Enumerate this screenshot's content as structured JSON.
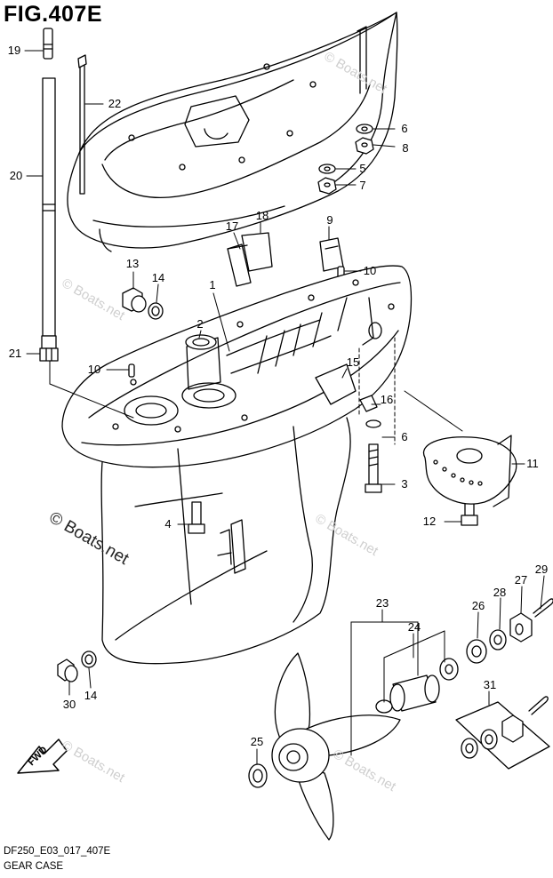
{
  "figure": {
    "title": "FIG.407E",
    "diagram_code": "DF250_E03_017_407E",
    "name": "GEAR CASE"
  },
  "watermark": {
    "main": "© Boats.net",
    "faint": "© Boats.net"
  },
  "fwd_label": "FWD",
  "callouts": [
    {
      "id": "19",
      "label": "19"
    },
    {
      "id": "22",
      "label": "22"
    },
    {
      "id": "20",
      "label": "20"
    },
    {
      "id": "21",
      "label": "21"
    },
    {
      "id": "6a",
      "label": "6"
    },
    {
      "id": "8",
      "label": "8"
    },
    {
      "id": "5",
      "label": "5"
    },
    {
      "id": "7",
      "label": "7"
    },
    {
      "id": "18",
      "label": "18"
    },
    {
      "id": "17",
      "label": "17"
    },
    {
      "id": "9",
      "label": "9"
    },
    {
      "id": "13",
      "label": "13"
    },
    {
      "id": "14a",
      "label": "14"
    },
    {
      "id": "1",
      "label": "1"
    },
    {
      "id": "10a",
      "label": "10"
    },
    {
      "id": "2",
      "label": "2"
    },
    {
      "id": "10b",
      "label": "10"
    },
    {
      "id": "15",
      "label": "15"
    },
    {
      "id": "16",
      "label": "16"
    },
    {
      "id": "6b",
      "label": "6"
    },
    {
      "id": "11",
      "label": "11"
    },
    {
      "id": "3",
      "label": "3"
    },
    {
      "id": "4",
      "label": "4"
    },
    {
      "id": "12",
      "label": "12"
    },
    {
      "id": "29",
      "label": "29"
    },
    {
      "id": "23",
      "label": "23"
    },
    {
      "id": "28",
      "label": "28"
    },
    {
      "id": "27",
      "label": "27"
    },
    {
      "id": "26",
      "label": "26"
    },
    {
      "id": "24",
      "label": "24"
    },
    {
      "id": "30",
      "label": "30"
    },
    {
      "id": "14b",
      "label": "14"
    },
    {
      "id": "31",
      "label": "31"
    },
    {
      "id": "25",
      "label": "25"
    }
  ]
}
